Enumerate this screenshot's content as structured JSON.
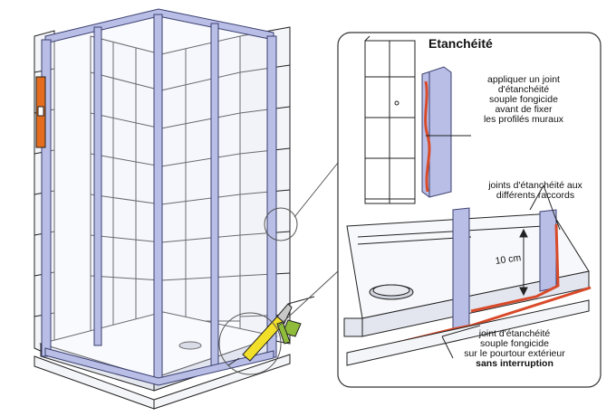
{
  "title": "Etanchéité",
  "callouts": {
    "top": [
      "appliquer un joint",
      "d'étanchéité",
      "souple fongicide",
      "avant de fixer",
      "les profilés muraux"
    ],
    "right": [
      "joints d'étanchéité aux",
      "différents raccords"
    ],
    "bottom": [
      "joint d'étanchéité",
      "souple fongicide",
      "sur le pourtour extérieur"
    ],
    "bottom_bold": "sans interruption",
    "measure": "10 cm"
  },
  "colors": {
    "profile": "#b8bee6",
    "profile_stroke": "#3a3f6e",
    "seal": "#d84a2a",
    "tube": "#f2df2a",
    "level": "#e36c1f"
  }
}
